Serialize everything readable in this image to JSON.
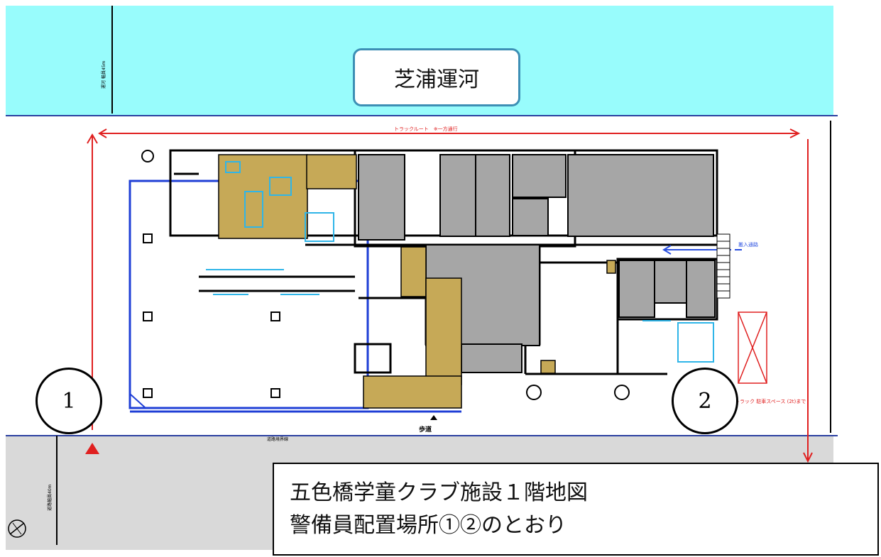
{
  "canal": {
    "label": "芝浦運河"
  },
  "markers": [
    {
      "label": "1"
    },
    {
      "label": "2"
    }
  ],
  "caption": {
    "line1": "五色橋学童クラブ施設１階地図",
    "line2": "警備員配置場所①②のとおり"
  },
  "map_labels": {
    "entrance": "歩道",
    "truck_route": "トラックルート　※一方通行",
    "delivery_route": "搬入通路",
    "truck_parking": "トラック\n駐車スペース\n(2t)まで",
    "road_width_bottom": "道路幅員40m",
    "canal_width": "運河\n幅員45m",
    "street_label": "道路境界線"
  },
  "colors": {
    "canal": "#98fcfc",
    "road": "#d9d9d9",
    "room_gray": "#a6a6a6",
    "kitchen_tan": "#c6a957",
    "fixture_cyan": "#2fb5e8",
    "wall_blue": "#1f3fd6",
    "route_red": "#e02020",
    "delivery_blue": "#2a50e0"
  }
}
